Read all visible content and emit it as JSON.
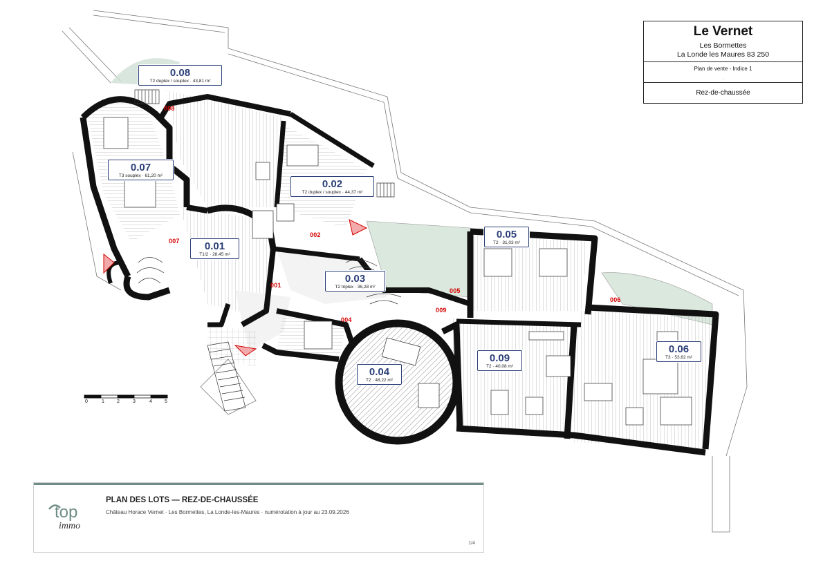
{
  "title_block": {
    "title": "Le Vernet",
    "subtitle_1": "Les Bormettes",
    "subtitle_2": "La Londe les Maures 83 250",
    "plan_label": "Plan de vente - Indice 1",
    "dot": ".",
    "level": "Rez-de-chaussée"
  },
  "lots": [
    {
      "num": "0.08",
      "desc": "T2 duplex / souplex · 43,81 m²"
    },
    {
      "num": "0.07",
      "desc": "T3 souplex · 61,20 m²"
    },
    {
      "num": "0.02",
      "desc": "T2 duplex / souplex · 44,37 m²"
    },
    {
      "num": "0.01",
      "desc": "T1/2 · 28,45 m²"
    },
    {
      "num": "0.03",
      "desc": "T2 triplex · 36,28 m²"
    },
    {
      "num": "0.05",
      "desc": "T2 · 31,03 m²"
    },
    {
      "num": "0.04",
      "desc": "T2 · 48,22 m²"
    },
    {
      "num": "0.09",
      "desc": "T2 · 40,08 m²"
    },
    {
      "num": "0.06",
      "desc": "T3 · 53,62 m²"
    }
  ],
  "doors": [
    "008",
    "007",
    "002",
    "001",
    "004",
    "009",
    "005",
    "006"
  ],
  "scale": {
    "ticks": [
      "0",
      "1",
      "2",
      "3",
      "4",
      "5"
    ]
  },
  "footer": {
    "logo_top": "top",
    "logo_bottom": "immo",
    "title": "PLAN DES LOTS — REZ-DE-CHAUSSÉE",
    "subtitle": "Château Horace Vernet · Les Bormettes, La Londe-les-Maures · numérotation à jour au 23.09.2026",
    "page": "1/4"
  },
  "colors": {
    "label_border": "#2b3f78",
    "door_code": "#d40000",
    "wall": "#111111",
    "garden": "#cfe0d4",
    "accent": "#6f8d86"
  }
}
